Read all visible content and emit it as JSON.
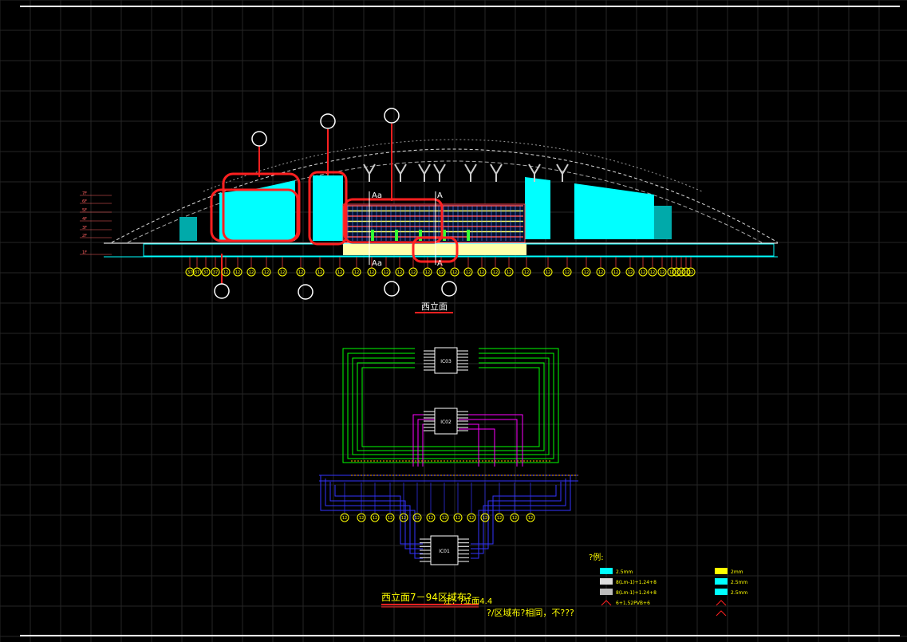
{
  "colors": {
    "background": "#000000",
    "grid": "#2a2a2a",
    "frame": "#ffffff",
    "cyan": "#00ffff",
    "red": "#ff2020",
    "yellow": "#ffff00",
    "green": "#00ff00",
    "magenta": "#ff00ff",
    "blue": "#2a2aff",
    "white": "#ffffff",
    "gray": "#bbbbbb"
  },
  "elevation": {
    "section_mark_a": "A",
    "section_mark_aa": "Aa",
    "level_labels": [
      "7F",
      "6F",
      "5F",
      "4F",
      "3F",
      "2F",
      "1F"
    ],
    "bubble_labels": [
      "37",
      "37",
      "37",
      "37",
      "12",
      "12",
      "12",
      "12",
      "12",
      "12",
      "12",
      "12",
      "12",
      "12",
      "12",
      "12",
      "12",
      "12",
      "12",
      "12",
      "12",
      "12",
      "12",
      "12",
      "12",
      "12",
      "12",
      "12",
      "12",
      "12",
      "12",
      "12",
      "12",
      "12",
      "12",
      "12",
      "12",
      "12",
      "12"
    ],
    "title": "西立面"
  },
  "wiring": {
    "chip_labels": [
      "IC03",
      "IC02",
      "IC01"
    ],
    "bubble_labels": [
      "12",
      "12",
      "12",
      "12",
      "12",
      "12",
      "12",
      "12",
      "12",
      "12",
      "12",
      "12",
      "12",
      "12"
    ]
  },
  "notes": {
    "main_title": "西立面7－94区域布?",
    "note_line1": "注：?立面4.4",
    "note_line2": "?/区域布?相同，不???"
  },
  "legend": {
    "heading": "?例:",
    "items": [
      {
        "swatch": "#00ffff",
        "text": "2.5mm"
      },
      {
        "swatch": "#dddddd",
        "text": "8(Lm-1)+1.24+8"
      },
      {
        "swatch": "#bbbbbb",
        "text": "8(Lm-1)+1.24+8"
      },
      {
        "swatch": "#ff2020",
        "text": "6+1.52PVB+6"
      },
      {
        "swatch": "#ffff00",
        "text": "2mm"
      },
      {
        "swatch": "#00ffff",
        "text": "2.5mm"
      },
      {
        "swatch": "#00ffff",
        "text": "2.5mm"
      },
      {
        "swatch": "#ff2020",
        "text": ""
      },
      {
        "swatch": "#ff2020",
        "text": ""
      }
    ]
  }
}
